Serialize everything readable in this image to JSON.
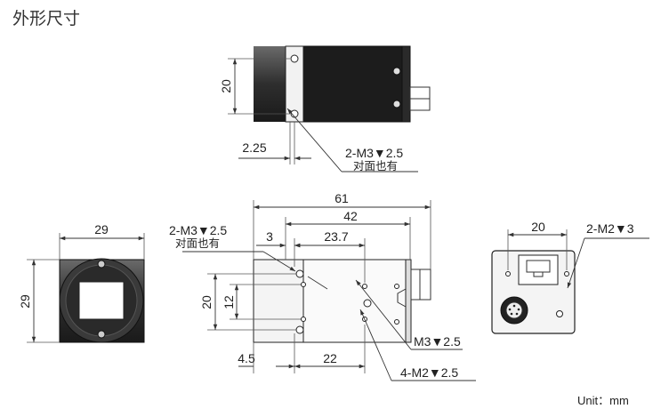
{
  "title": "外形尺寸",
  "side_view": {
    "height": "20",
    "offset": "2.25",
    "hole_callout": "2-M3▼2.5",
    "hole_note": "对面也有"
  },
  "front_view": {
    "width": "29",
    "height": "29"
  },
  "top_view": {
    "length": "61",
    "body_length": "42",
    "offset_3": "3",
    "offset_23_7": "23.7",
    "height_20": "20",
    "height_12": "12",
    "offset_4_5": "4.5",
    "offset_22": "22",
    "hole_callout": "2-M3▼2.5",
    "hole_note": "对面也有",
    "m3_callout": "M3▼2.5",
    "m2_callout": "4-M2▼2.5"
  },
  "rear_view": {
    "width": "20",
    "hole_callout": "2-M2▼3"
  },
  "unit": "Unit：mm"
}
